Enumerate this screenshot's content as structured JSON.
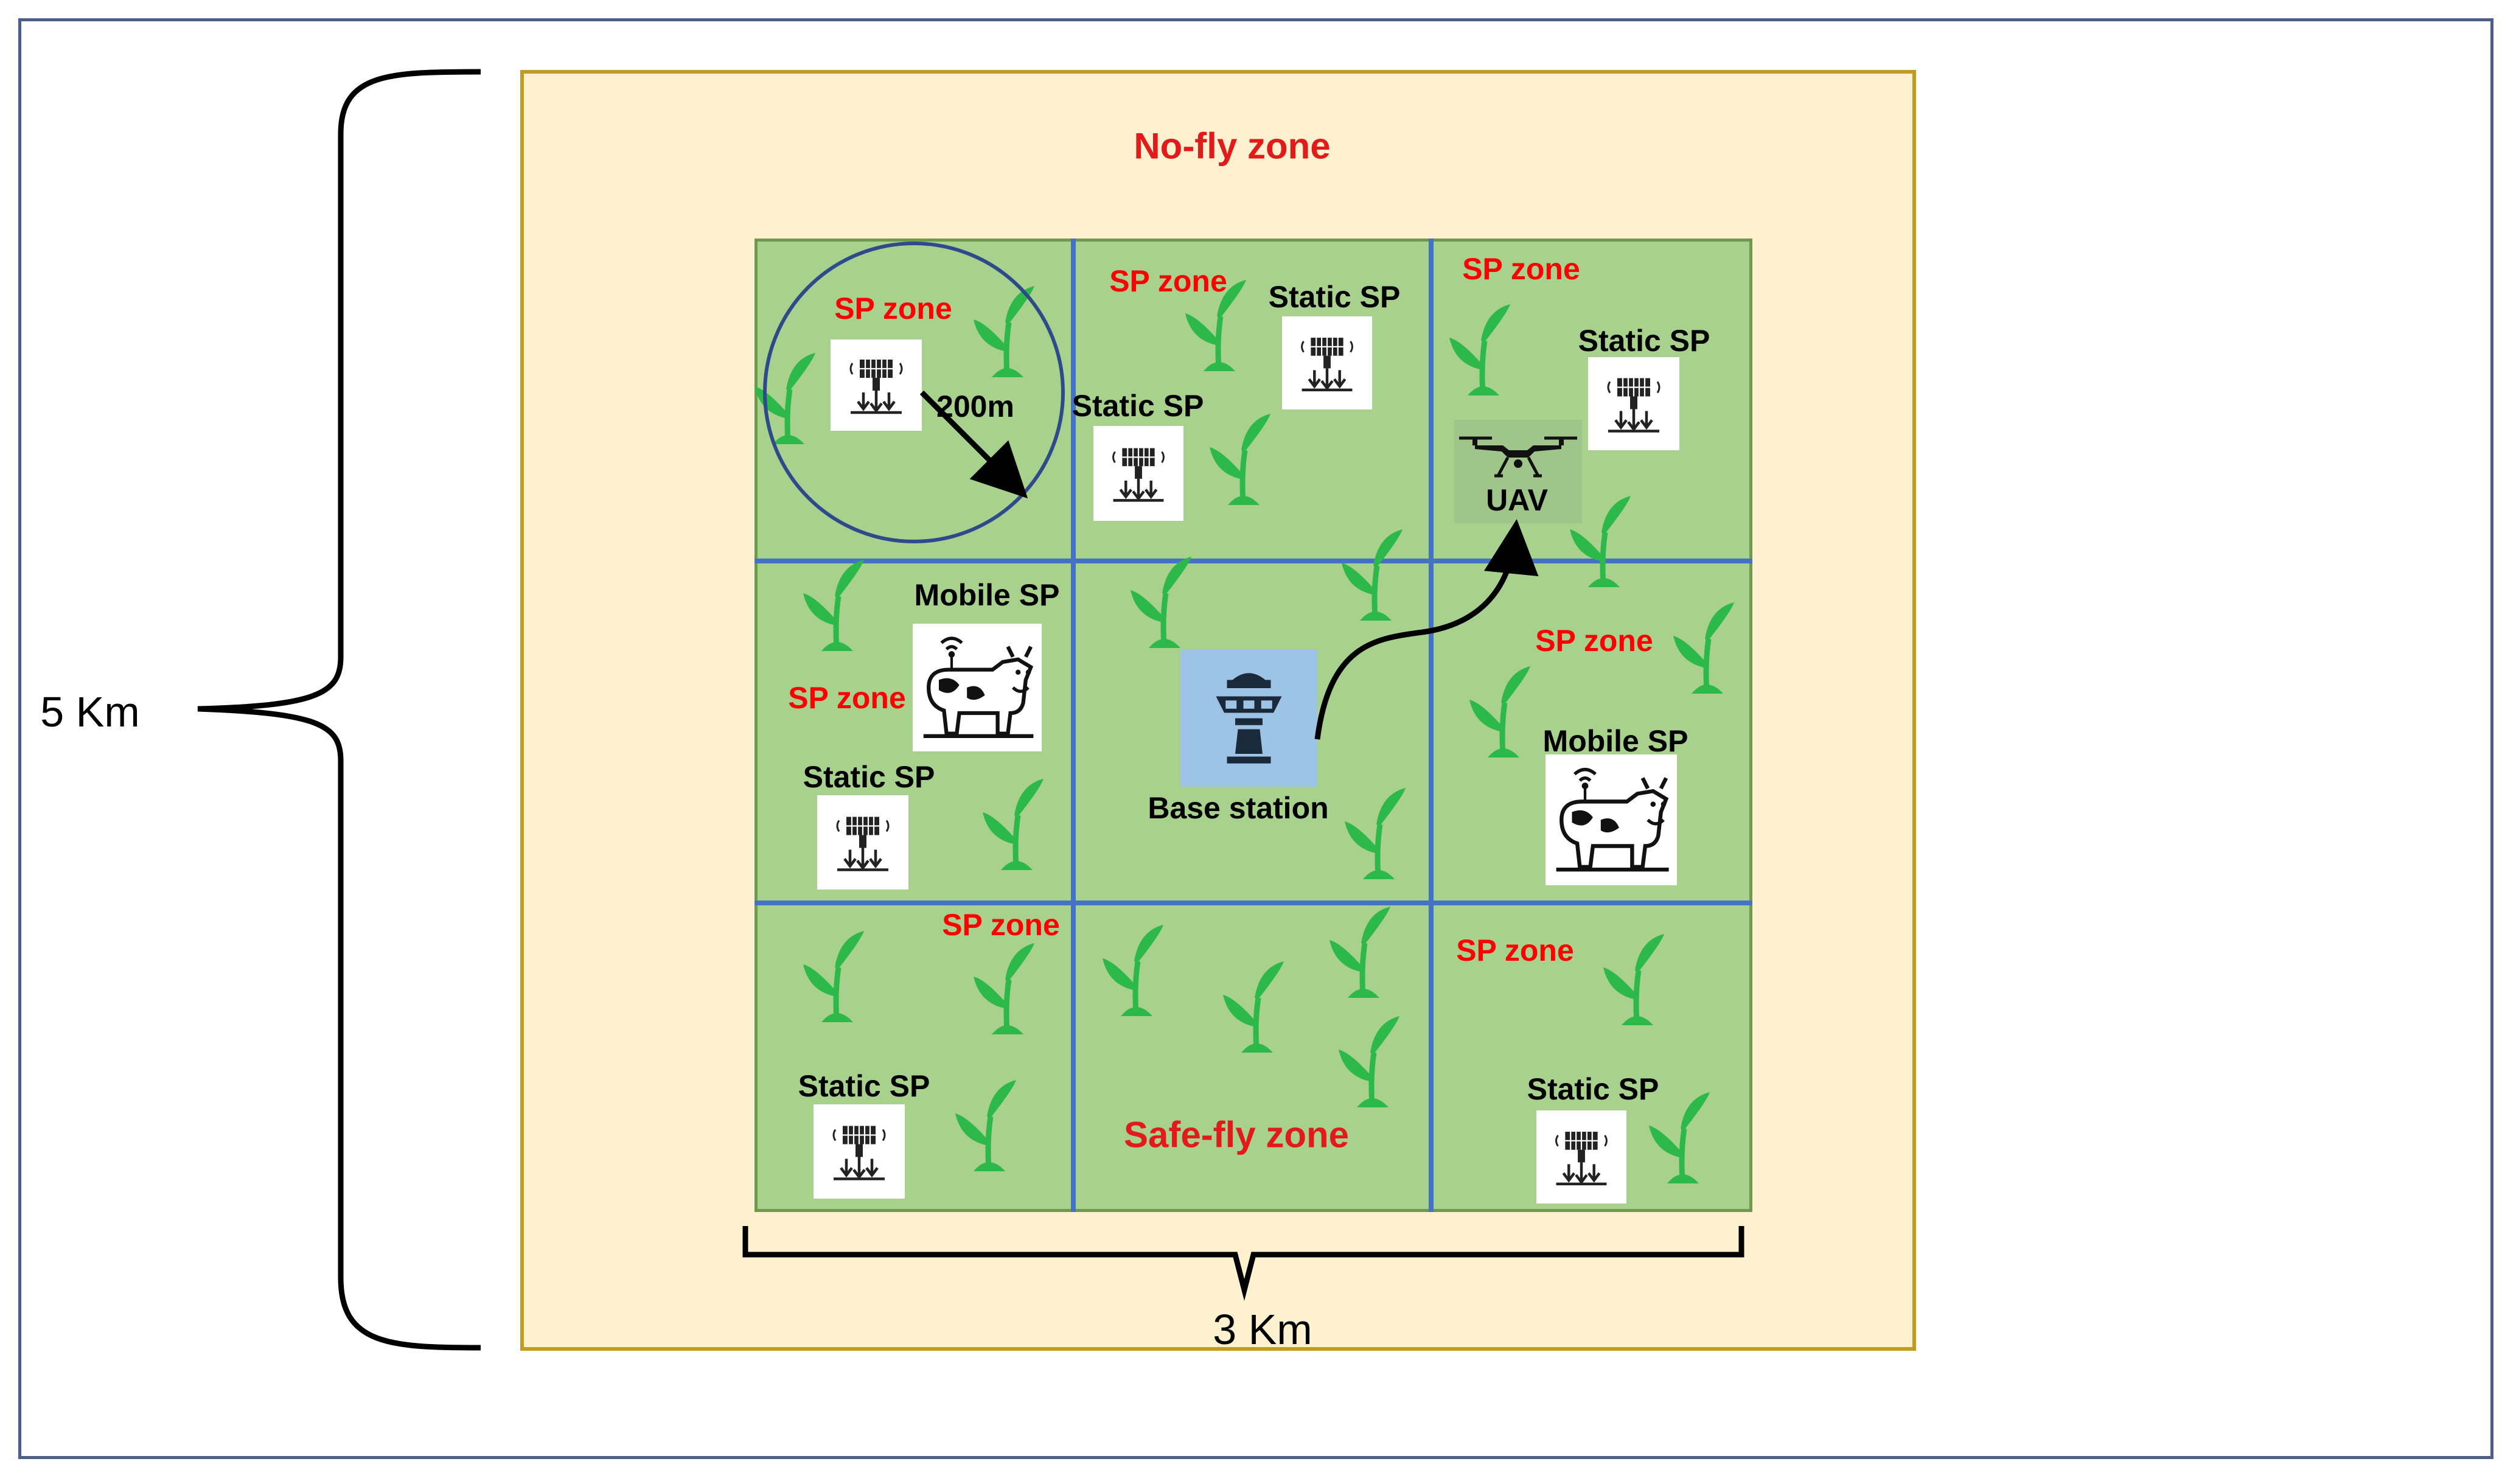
{
  "labels": {
    "no_fly_zone": "No-fly zone",
    "safe_fly_zone": "Safe-fly zone",
    "sp_zone": "SP zone",
    "static_sp": "Static SP",
    "mobile_sp": "Mobile SP",
    "base_station": "Base station",
    "uav": "UAV",
    "radius": "200m",
    "height_dim": "5 Km",
    "width_dim": "3 Km"
  },
  "icons": {
    "plant": "plant-icon",
    "static_sensor": "solar-sensor-icon",
    "mobile_sensor": "cow-sensor-icon",
    "base_station": "control-tower-icon",
    "uav": "drone-icon"
  },
  "colors": {
    "no_fly_fill": "#fdf1cf",
    "no_fly_border": "#c49b22",
    "field_fill": "#a8d18d",
    "grid_line": "#4472c4",
    "label_red": "#ff0000",
    "plant_green": "#2db84a",
    "base_station_fill": "#9dc3e6",
    "frame_border": "#4a5f8c"
  }
}
